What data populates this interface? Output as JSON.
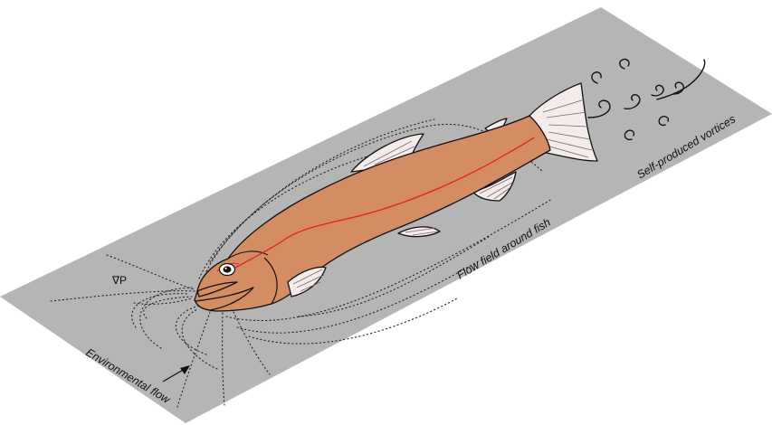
{
  "labels": {
    "gradient": "∇P",
    "environmental_flow": "Environmental flow",
    "flow_field": "Flow field around fish",
    "vortices": "Self-produced vortices"
  },
  "colors": {
    "plane": "#b5b5b5",
    "fish_body": "#d48d62",
    "fin": "#f4ecea",
    "lateral_line": "#e02020",
    "outline": "#111111"
  }
}
